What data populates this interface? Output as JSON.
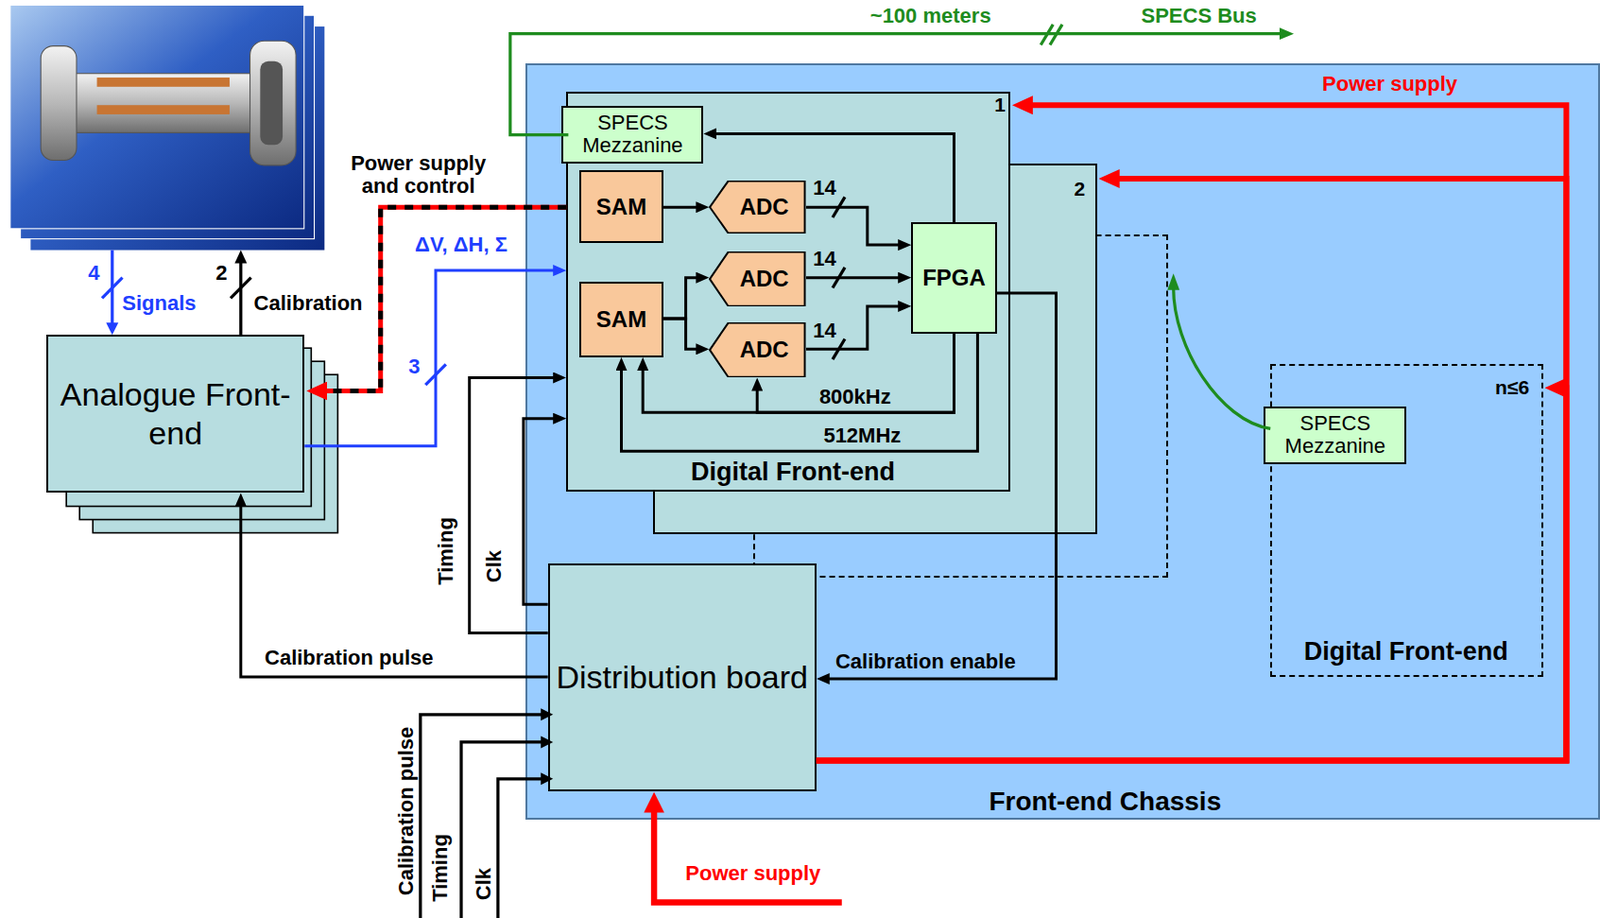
{
  "diagram": {
    "nodes": [
      {
        "text": [
          "Front-end Chassis"
        ]
      },
      {
        "text": [
          "1",
          "Digital Front-end"
        ],
        "in": 0
      },
      {
        "text": [
          "SPECS Mezzanine"
        ],
        "in": 1
      },
      {
        "text": [
          "SAM"
        ],
        "in": 1
      },
      {
        "text": [
          "SAM"
        ],
        "in": 1
      },
      {
        "text": [
          "ADC"
        ],
        "in": 1
      },
      {
        "text": [
          "ADC"
        ],
        "in": 1
      },
      {
        "text": [
          "ADC"
        ],
        "in": 1
      },
      {
        "text": [
          "FPGA"
        ],
        "in": 1
      },
      {
        "text": [
          "2"
        ],
        "in": 0
      },
      {
        "text": [
          "n≤6",
          "Digital Front-end"
        ],
        "in": 0
      },
      {
        "text": [
          "SPECS Mezzanine"
        ],
        "in": 10
      },
      {
        "text": [
          "Distribution board"
        ],
        "in": 0
      },
      {
        "text": [
          "Analogue Front-end"
        ]
      }
    ],
    "edges": [
      {
        "from": 3,
        "to": 5,
        "arrow": "to"
      },
      {
        "from": 4,
        "to": 6,
        "arrow": "to"
      },
      {
        "from": 4,
        "to": 7,
        "arrow": "to"
      },
      {
        "from": 5,
        "to": 8,
        "label": "14",
        "arrow": "to"
      },
      {
        "from": 6,
        "to": 8,
        "label": "14",
        "arrow": "to"
      },
      {
        "from": 7,
        "to": 8,
        "label": "14",
        "arrow": "to"
      },
      {
        "from": 8,
        "to": 2,
        "arrow": "to"
      },
      {
        "from": 8,
        "to": 4,
        "label": "800kHz",
        "arrow": "to"
      },
      {
        "from": 8,
        "to": 7,
        "arrow": "to"
      },
      {
        "from": 8,
        "to": 4,
        "label": "512MHz",
        "arrow": "to"
      },
      {
        "from": 13,
        "to": 1,
        "label": "ΔV, ΔH, Σ",
        "arrow": "to"
      },
      {
        "from": 1,
        "to": 13,
        "label": "Power supply and control",
        "arrow": "to"
      },
      {
        "from": 12,
        "to": 1,
        "label": "Timing",
        "arrow": "to"
      },
      {
        "from": 12,
        "to": 1,
        "label": "Clk",
        "arrow": "to"
      },
      {
        "from": 12,
        "to": 13,
        "label": "Calibration pulse",
        "arrow": "to"
      },
      {
        "from": 8,
        "to": 12,
        "label": "Calibration enable",
        "arrow": "to"
      },
      {
        "from": 12,
        "to": 1,
        "label": "Power supply",
        "arrow": "to"
      },
      {
        "from": 12,
        "to": 9,
        "arrow": "to"
      },
      {
        "from": 12,
        "to": 10,
        "arrow": "to"
      }
    ],
    "labels": [
      "~100 meters",
      "SPECS Bus",
      "4",
      "Signals",
      "2",
      "Calibration",
      "3",
      "Calibration pulse",
      "Timing",
      "Clk",
      "Power supply"
    ]
  }
}
